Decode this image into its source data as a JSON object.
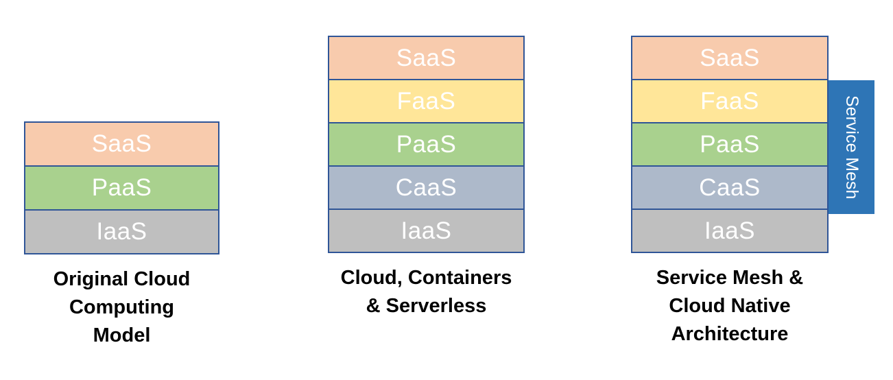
{
  "title": "Cloud computing stack evolution diagram",
  "colors": {
    "background": "#FFFFFF",
    "border": "#2F5597",
    "layer_text": "#FFFFFF",
    "caption_text": "#000000",
    "service_mesh": "#2E75B6"
  },
  "stacks": [
    {
      "name": "original-cloud-computing-model",
      "caption_lines": [
        "Original Cloud",
        "Computing",
        "Model"
      ],
      "layers": [
        {
          "label": "SaaS",
          "color": "#F8CBAD"
        },
        {
          "label": "PaaS",
          "color": "#A9D18E"
        },
        {
          "label": "IaaS",
          "color": "#BFBFBF"
        }
      ]
    },
    {
      "name": "cloud-containers-serverless",
      "caption_lines": [
        "Cloud, Containers",
        "& Serverless"
      ],
      "layers": [
        {
          "label": "SaaS",
          "color": "#F8CBAD"
        },
        {
          "label": "FaaS",
          "color": "#FFE699"
        },
        {
          "label": "PaaS",
          "color": "#A9D18E"
        },
        {
          "label": "CaaS",
          "color": "#ADB9CA"
        },
        {
          "label": "IaaS",
          "color": "#BFBFBF"
        }
      ]
    },
    {
      "name": "service-mesh-cloud-native-architecture",
      "caption_lines": [
        "Service Mesh &",
        "Cloud Native",
        "Architecture"
      ],
      "layers": [
        {
          "label": "SaaS",
          "color": "#F8CBAD"
        },
        {
          "label": "FaaS",
          "color": "#FFE699"
        },
        {
          "label": "PaaS",
          "color": "#A9D18E"
        },
        {
          "label": "CaaS",
          "color": "#ADB9CA"
        },
        {
          "label": "IaaS",
          "color": "#BFBFBF"
        }
      ]
    }
  ],
  "service_mesh_bar": {
    "label": "Service Mesh",
    "color": "#2E75B6"
  }
}
